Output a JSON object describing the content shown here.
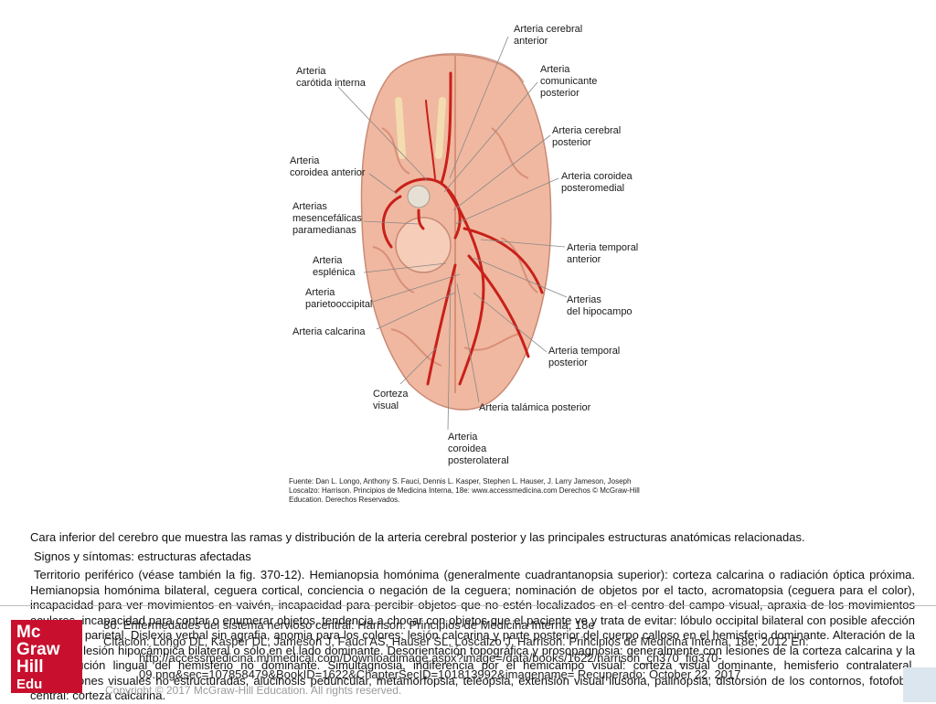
{
  "figure": {
    "labels": {
      "acerebral_anterior": "Arteria cerebral\nanterior",
      "carotida_interna": "Arteria\ncarótida interna",
      "comunicante_posterior": "Arteria\ncomunicante\nposterior",
      "cerebral_posterior": "Arteria cerebral\nposterior",
      "coroidea_anterior": "Arteria\ncoroidea anterior",
      "coroidea_posteromedial": "Arteria coroidea\nposteromedial",
      "mesencefalicas": "Arterias\nmesencefálicas\nparamedianas",
      "temporal_anterior": "Arteria temporal\nanterior",
      "esplenica": "Arteria\nesplénica",
      "parietooccipital": "Arteria\nparietooccipital",
      "hipocampo": "Arterias\ndel hipocampo",
      "calcarina": "Arteria calcarina",
      "temporal_posterior": "Arteria temporal\nposterior",
      "corteza_visual": "Corteza\nvisual",
      "talamica_posterior": "Arteria talámica posterior",
      "coroidea_posterolateral": "Arteria\ncoroidea\nposterolateral"
    },
    "source": "Fuente: Dan L. Longo, Anthony S. Fauci, Dennis L. Kasper, Stephen L. Hauser, J. Larry Jameson, Joseph Loscalzo: Harrison. Principios de Medicina Interna, 18e: www.accessmedicina.com Derechos © McGraw-Hill Education. Derechos Reservados."
  },
  "caption": "Cara inferior del cerebro que muestra las ramas y distribución de la arteria cerebral posterior y las principales estructuras anatómicas relacionadas.",
  "signos": "Signos y síntomas: estructuras afectadas",
  "territorio": "Territorio periférico (véase también la fig. 370-12). Hemianopsia homónima (generalmente cuadrantanopsia superior): corteza calcarina o radiación óptica próxima. Hemianopsia homónima bilateral, ceguera cortical, conciencia o negación de la ceguera; nominación de objetos por el tacto, acromatopsia (ceguera para el color), incapacidad para ver movimientos en vaivén, incapacidad para percibir objetos que no estén localizados en el centro del campo visual, apraxia de los movimientos oculares, incapacidad para contar o enumerar objetos, tendencia a chocar con objetos que el paciente ve y trata de evitar: lóbulo occipital bilateral con posible afección del lóbulo parietal. Dislexia verbal sin agrafia, anomia para los colores: lesión calcarina y parte posterior del cuerpo calloso en el hemisferio dominante. Alteración de la memoria: lesión hipocámpica bilateral o sólo en el lado dominante. Desorientación topográfica y prosopagnosia: generalmente con lesiones de la corteza calcarina y la circunvolución lingual del hemisferio no dominante. Simultagnosia, indiferencia por el hemicampo visual: corteza visual dominante, hemisferio contralateral. Alucinaciones visuales no estructuradas, alucinosis peduncular, metamorfopsia, teleopsia, extensión visual ilusoria, palinopsia, distorsión de los contornos, fotofobia central: corteza calcarina.",
  "overlay": {
    "chapter": "36. Enfermedades del sistema nervioso central: Harrison. Principios de Medicina Interna, 18e",
    "citation": "Citación: Longo DL, Kasper DL, Jameson J, Fauci AS, Hauser SL, Loscalzo J. Harrison. Principios de Medicina Interna, 18e; 2012 En:",
    "url1": "http://accessmedicina.mhmedical.com/Downloadimage.aspx?image=/data/books/1622/harrison_ch370_fig370-",
    "url2": "09.png&sec=107858479&BookID=1622&ChapterSecID=101813992&imagename= Recuperado: October 22, 2017"
  },
  "logo": {
    "line1": "Mc",
    "line2": "Graw",
    "line3": "Hill",
    "line4": "Edu"
  },
  "copyright": "Copyright © 2017 McGraw-Hill Education. All rights reserved.",
  "colors": {
    "artery": "#c8201a",
    "brain": "#f0b8a0",
    "brain_dark": "#d98f78",
    "logo_red": "#c8102e"
  }
}
